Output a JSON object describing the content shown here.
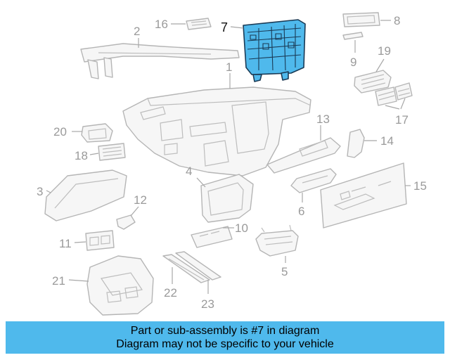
{
  "callouts": {
    "c1": "1",
    "c2": "2",
    "c3": "3",
    "c4": "4",
    "c5": "5",
    "c6": "6",
    "c7": "7",
    "c8": "8",
    "c9": "9",
    "c10": "10",
    "c11": "11",
    "c12": "12",
    "c13": "13",
    "c14": "14",
    "c15": "15",
    "c16": "16",
    "c17": "17",
    "c18": "18",
    "c19": "19",
    "c20": "20",
    "c21": "21",
    "c22": "22",
    "c23": "23"
  },
  "highlighted_part": "7",
  "colors": {
    "highlight_fill": "#4fb9ec",
    "highlight_outline": "#1a3a55",
    "part_outline": "#b5b5b5",
    "callout_text": "#9a9a9a",
    "caption_background": "#4fb9ec"
  },
  "caption": {
    "line1": "Part or sub-assembly is #7 in diagram",
    "line2": "Diagram may not be specific to your vehicle"
  }
}
